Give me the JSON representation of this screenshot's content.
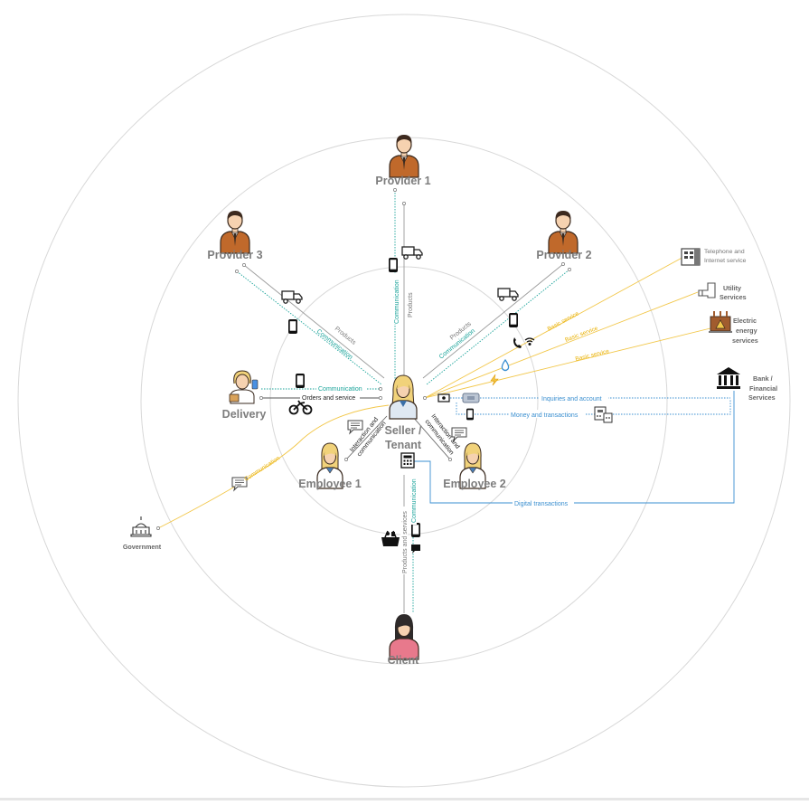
{
  "actors": {
    "provider1": "Provider 1",
    "provider2": "Provider 2",
    "provider3": "Provider 3",
    "seller_line1": "Seller /",
    "seller_line2": "Tenant",
    "delivery": "Delivery",
    "employee1": "Employee 1",
    "employee2": "Employee 2",
    "client": "Client",
    "government": "Government"
  },
  "services": {
    "telephone_line1": "Telephone and",
    "telephone_line2": "Internet service",
    "utility_line1": "Utility",
    "utility_line2": "Services",
    "electric_line1": "Electric",
    "electric_line2": "energy",
    "electric_line3": "services",
    "bank_line1": "Bank /",
    "bank_line2": "Financial",
    "bank_line3": "Services"
  },
  "links": {
    "p1_communication": "Communication",
    "p1_products": "Products",
    "p3_products": "Products",
    "p3_communication": "Communication",
    "p2_products": "Products",
    "p2_communication": "Communication",
    "delivery_communication": "Communication",
    "delivery_orders": "Orders and service",
    "emp1_line1": "Interaction and",
    "emp1_line2": "communication",
    "emp2_line1": "Interaction and",
    "emp2_line2": "communication",
    "client_products": "Products and services",
    "client_communication": "Communication",
    "gov_communication": "Communication",
    "basic1": "Basic service",
    "basic2": "Basic service",
    "basic3": "Basic service",
    "bank_inquiries": "Inquiries and account",
    "bank_money": "Money and transactions",
    "digital": "Digital transactions"
  },
  "colors": {
    "teal": "#1aa39a",
    "gold": "#f2c74a",
    "blue": "#3a8fd0",
    "gray_line": "#9a9a9a",
    "ring": "#d8d8d8",
    "suit": "#c0692b",
    "hair_dark": "#3d2a1f",
    "skin": "#f6d2b0",
    "client_shirt": "#e8798c",
    "seller_hair": "#f1d27a"
  },
  "icons": [
    "manager-icon",
    "phone-icon",
    "truck-icon",
    "bicycle-icon",
    "chat-icon",
    "calculator-icon",
    "shopping-basket-icon",
    "building-icon",
    "pipe-icon",
    "power-station-icon",
    "bank-icon",
    "government-icon",
    "money-icon",
    "card-terminal-icon",
    "pos-terminal-icon",
    "wifi-icon",
    "water-drop-icon",
    "bolt-icon",
    "phone-call-icon",
    "delivery-person-icon",
    "woman-icon"
  ]
}
